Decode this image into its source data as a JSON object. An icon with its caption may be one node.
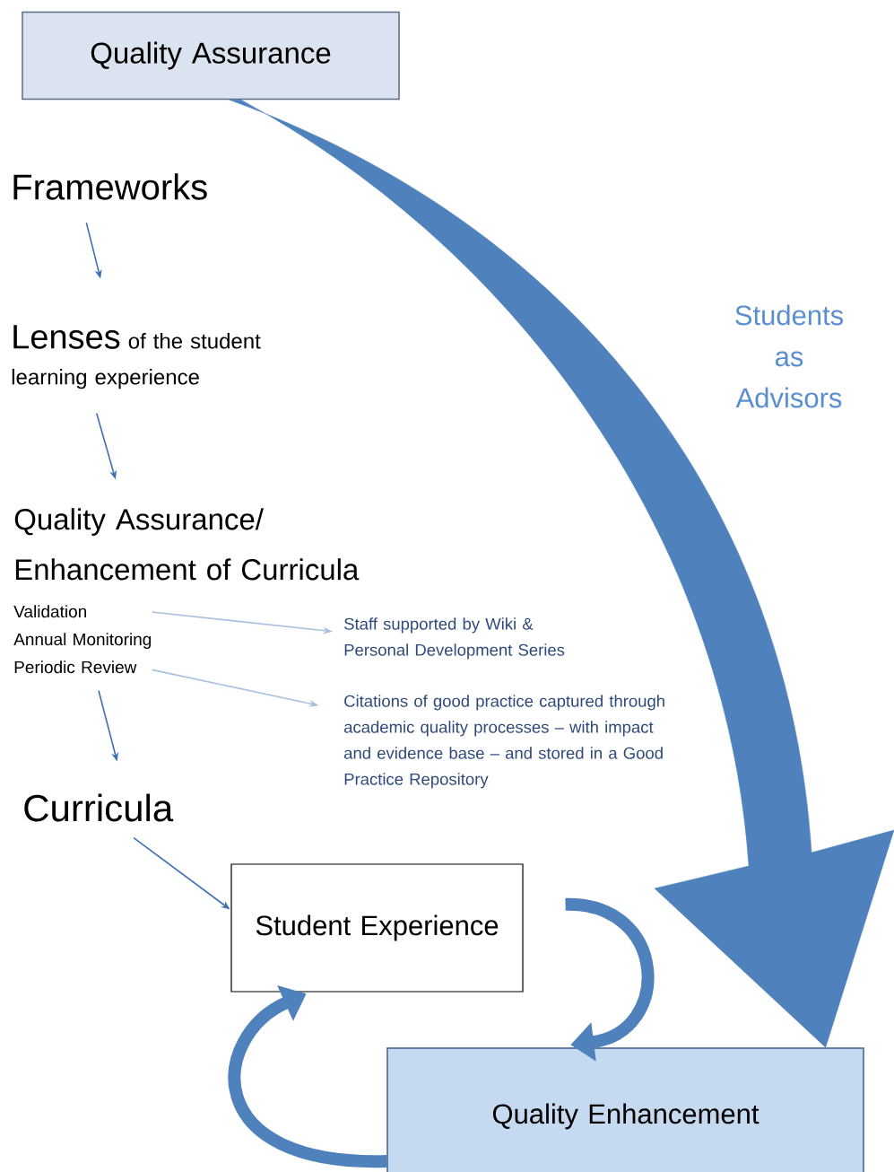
{
  "diagram": {
    "nodes": [
      {
        "text": [
          "Quality Assurance"
        ]
      },
      {
        "text": [
          "Frameworks"
        ]
      },
      {
        "text": [
          "Lenses",
          "of the student learning experience"
        ]
      },
      {
        "text": [
          "Quality Assurance/ Enhancement of Curricula"
        ]
      },
      {
        "text": [
          "Validation",
          "Annual Monitoring",
          "Periodic Review"
        ]
      },
      {
        "text": [
          "Staff supported by Wiki & Personal Development Series"
        ]
      },
      {
        "text": [
          "Citations of good practice captured through academic quality processes – with impact and evidence base – and stored in a Good Practice Repository"
        ]
      },
      {
        "text": [
          "Curricula"
        ]
      },
      {
        "text": [
          "Student Experience"
        ]
      },
      {
        "text": [
          "Quality Enhancement"
        ]
      }
    ],
    "edges": [
      {
        "from": 0,
        "to": 9,
        "arrow": "to",
        "style": "thick"
      },
      {
        "from": 1,
        "to": 2,
        "arrow": "to"
      },
      {
        "from": 2,
        "to": 3,
        "arrow": "to"
      },
      {
        "from": 4,
        "to": 5,
        "arrow": "to",
        "color": "#a9c1e0"
      },
      {
        "from": 4,
        "to": 6,
        "arrow": "to",
        "color": "#a9c1e0"
      },
      {
        "from": 4,
        "to": 7,
        "arrow": "to"
      },
      {
        "from": 7,
        "to": 8,
        "arrow": "to"
      },
      {
        "from": 8,
        "to": 9,
        "arrow": "to",
        "style": "thick"
      },
      {
        "from": 9,
        "to": 8,
        "arrow": "to",
        "style": "thick"
      }
    ],
    "labels": [
      "Students as Advisors"
    ]
  }
}
